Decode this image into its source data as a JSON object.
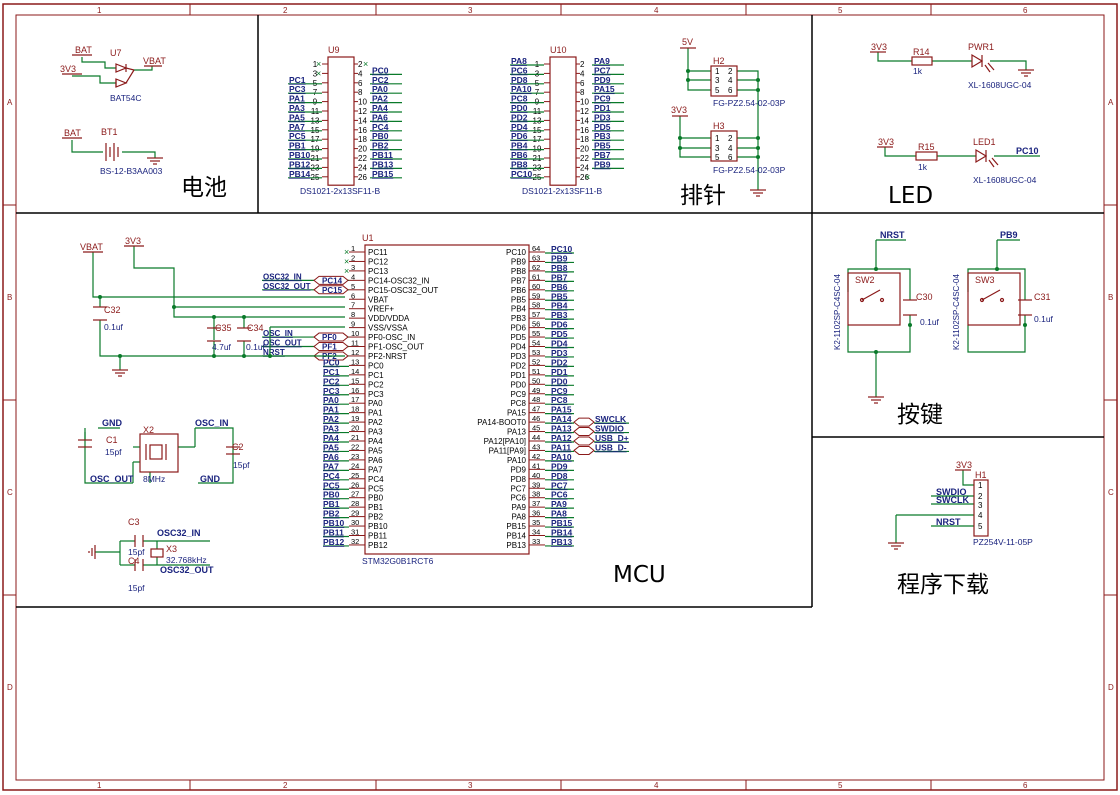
{
  "frame": {
    "cols": [
      "1",
      "2",
      "3",
      "4",
      "5",
      "6"
    ],
    "rows": [
      "A",
      "B",
      "C",
      "D"
    ]
  },
  "sections": {
    "battery": "电池",
    "header": "排针",
    "led": "LED",
    "keys": "按键",
    "mcu": "MCU",
    "download": "程序下载"
  },
  "battery": {
    "u7": {
      "ref": "U7",
      "value": "BAT54C",
      "nets": [
        "BAT",
        "3V3",
        "VBAT"
      ]
    },
    "bt1": {
      "ref": "BT1",
      "value": "BS-12-B3AA003",
      "net": "BAT"
    }
  },
  "u9": {
    "ref": "U9",
    "value": "DS1021-2x13SF11-B",
    "left_nets": [
      "",
      "",
      "PC1",
      "PC3",
      "PA1",
      "PA3",
      "PA5",
      "PA7",
      "PC5",
      "PB1",
      "PB10",
      "PB12",
      "PB14"
    ],
    "left_pins": [
      "1",
      "3",
      "5",
      "7",
      "9",
      "11",
      "13",
      "15",
      "17",
      "19",
      "21",
      "23",
      "25"
    ],
    "right_pins": [
      "2",
      "4",
      "6",
      "8",
      "10",
      "12",
      "14",
      "16",
      "18",
      "20",
      "22",
      "24",
      "26"
    ],
    "right_nets": [
      "",
      "PC0",
      "PC2",
      "PA0",
      "PA2",
      "PA4",
      "PA6",
      "PC4",
      "PB0",
      "PB2",
      "PB11",
      "PB13",
      "PB15"
    ]
  },
  "u10": {
    "ref": "U10",
    "value": "DS1021-2x13SF11-B",
    "left_nets": [
      "PA8",
      "PC6",
      "PD8",
      "PA10",
      "PC8",
      "PD0",
      "PD2",
      "PD4",
      "PD6",
      "PB4",
      "PB6",
      "PB8",
      "PC10"
    ],
    "left_pins": [
      "1",
      "3",
      "5",
      "7",
      "9",
      "11",
      "13",
      "15",
      "17",
      "19",
      "21",
      "23",
      "25"
    ],
    "right_pins": [
      "2",
      "4",
      "6",
      "8",
      "10",
      "12",
      "14",
      "16",
      "18",
      "20",
      "22",
      "24",
      "26"
    ],
    "right_nets": [
      "PA9",
      "PC7",
      "PD9",
      "PA15",
      "PC9",
      "PD1",
      "PD3",
      "PD5",
      "PB3",
      "PB5",
      "PB7",
      "PB9",
      ""
    ]
  },
  "h2": {
    "ref": "H2",
    "value": "FG-PZ2.54-02-03P",
    "net": "5V",
    "pins": [
      "1",
      "2",
      "3",
      "4",
      "5",
      "6"
    ]
  },
  "h3": {
    "ref": "H3",
    "value": "FG-PZ2.54-02-03P",
    "net": "3V3",
    "pins": [
      "1",
      "2",
      "3",
      "4",
      "5",
      "6"
    ]
  },
  "led_block": {
    "r14": {
      "ref": "R14",
      "value": "1k",
      "net": "3V3"
    },
    "pwr1": {
      "ref": "PWR1",
      "value": "XL-1608UGC-04"
    },
    "r15": {
      "ref": "R15",
      "value": "1k",
      "net": "3V3"
    },
    "led1": {
      "ref": "LED1",
      "value": "XL-1608UGC-04",
      "net": "PC10"
    }
  },
  "u1": {
    "ref": "U1",
    "value": "STM32G0B1RCT6",
    "left": [
      {
        "pin": "1",
        "name": "PC11",
        "net": "",
        "nc": true
      },
      {
        "pin": "2",
        "name": "PC12",
        "net": "",
        "nc": true
      },
      {
        "pin": "3",
        "name": "PC13",
        "net": "",
        "nc": true
      },
      {
        "pin": "4",
        "name": "PC14-OSC32_IN",
        "net": "OSC32_IN",
        "port": "PC14"
      },
      {
        "pin": "5",
        "name": "PC15-OSC32_OUT",
        "net": "OSC32_OUT",
        "port": "PC15"
      },
      {
        "pin": "6",
        "name": "VBAT",
        "net": ""
      },
      {
        "pin": "7",
        "name": "VREF+",
        "net": ""
      },
      {
        "pin": "8",
        "name": "VDD/VDDA",
        "net": ""
      },
      {
        "pin": "9",
        "name": "VSS/VSSA",
        "net": ""
      },
      {
        "pin": "10",
        "name": "PF0-OSC_IN",
        "net": "OSC_IN",
        "port": "PF0"
      },
      {
        "pin": "11",
        "name": "PF1-OSC_OUT",
        "net": "OSC_OUT",
        "port": "PF1"
      },
      {
        "pin": "12",
        "name": "PF2-NRST",
        "net": "NRST",
        "port": "PF2"
      },
      {
        "pin": "13",
        "name": "PC0",
        "net": "PC0"
      },
      {
        "pin": "14",
        "name": "PC1",
        "net": "PC1"
      },
      {
        "pin": "15",
        "name": "PC2",
        "net": "PC2"
      },
      {
        "pin": "16",
        "name": "PC3",
        "net": "PC3"
      },
      {
        "pin": "17",
        "name": "PA0",
        "net": "PA0"
      },
      {
        "pin": "18",
        "name": "PA1",
        "net": "PA1"
      },
      {
        "pin": "19",
        "name": "PA2",
        "net": "PA2"
      },
      {
        "pin": "20",
        "name": "PA3",
        "net": "PA3"
      },
      {
        "pin": "21",
        "name": "PA4",
        "net": "PA4"
      },
      {
        "pin": "22",
        "name": "PA5",
        "net": "PA5"
      },
      {
        "pin": "23",
        "name": "PA6",
        "net": "PA6"
      },
      {
        "pin": "24",
        "name": "PA7",
        "net": "PA7"
      },
      {
        "pin": "25",
        "name": "PC4",
        "net": "PC4"
      },
      {
        "pin": "26",
        "name": "PC5",
        "net": "PC5"
      },
      {
        "pin": "27",
        "name": "PB0",
        "net": "PB0"
      },
      {
        "pin": "28",
        "name": "PB1",
        "net": "PB1"
      },
      {
        "pin": "29",
        "name": "PB2",
        "net": "PB2"
      },
      {
        "pin": "30",
        "name": "PB10",
        "net": "PB10"
      },
      {
        "pin": "31",
        "name": "PB11",
        "net": "PB11"
      },
      {
        "pin": "32",
        "name": "PB12",
        "net": "PB12"
      }
    ],
    "right": [
      {
        "pin": "64",
        "name": "PC10",
        "net": "PC10"
      },
      {
        "pin": "63",
        "name": "PB9",
        "net": "PB9"
      },
      {
        "pin": "62",
        "name": "PB8",
        "net": "PB8"
      },
      {
        "pin": "61",
        "name": "PB7",
        "net": "PB7"
      },
      {
        "pin": "60",
        "name": "PB6",
        "net": "PB6"
      },
      {
        "pin": "59",
        "name": "PB5",
        "net": "PB5"
      },
      {
        "pin": "58",
        "name": "PB4",
        "net": "PB4"
      },
      {
        "pin": "57",
        "name": "PB3",
        "net": "PB3"
      },
      {
        "pin": "56",
        "name": "PD6",
        "net": "PD6"
      },
      {
        "pin": "55",
        "name": "PD5",
        "net": "PD5"
      },
      {
        "pin": "54",
        "name": "PD4",
        "net": "PD4"
      },
      {
        "pin": "53",
        "name": "PD3",
        "net": "PD3"
      },
      {
        "pin": "52",
        "name": "PD2",
        "net": "PD2"
      },
      {
        "pin": "51",
        "name": "PD1",
        "net": "PD1"
      },
      {
        "pin": "50",
        "name": "PD0",
        "net": "PD0"
      },
      {
        "pin": "49",
        "name": "PC9",
        "net": "PC9"
      },
      {
        "pin": "48",
        "name": "PC8",
        "net": "PC8"
      },
      {
        "pin": "47",
        "name": "PA15",
        "net": "PA15"
      },
      {
        "pin": "46",
        "name": "PA14-BOOT0",
        "net": "PA14",
        "ext": "SWCLK"
      },
      {
        "pin": "45",
        "name": "PA13",
        "net": "PA13",
        "ext": "SWDIO"
      },
      {
        "pin": "44",
        "name": "PA12[PA10]",
        "net": "PA12",
        "ext": "USB_D+"
      },
      {
        "pin": "43",
        "name": "PA11[PA9]",
        "net": "PA11",
        "ext": "USB_D-"
      },
      {
        "pin": "42",
        "name": "PA10",
        "net": "PA10"
      },
      {
        "pin": "41",
        "name": "PD9",
        "net": "PD9"
      },
      {
        "pin": "40",
        "name": "PD8",
        "net": "PD8"
      },
      {
        "pin": "39",
        "name": "PC7",
        "net": "PC7"
      },
      {
        "pin": "38",
        "name": "PC6",
        "net": "PC6"
      },
      {
        "pin": "37",
        "name": "PA9",
        "net": "PA9"
      },
      {
        "pin": "36",
        "name": "PA8",
        "net": "PA8"
      },
      {
        "pin": "35",
        "name": "PB15",
        "net": "PB15"
      },
      {
        "pin": "34",
        "name": "PB14",
        "net": "PB14"
      },
      {
        "pin": "33",
        "name": "PB13",
        "net": "PB13"
      }
    ]
  },
  "power": {
    "vbat": "VBAT",
    "v3v3": "3V3",
    "c32": {
      "ref": "C32",
      "value": "0.1uf"
    },
    "c35": {
      "ref": "C35",
      "value": "4.7uf"
    },
    "c34": {
      "ref": "C34",
      "value": "0.1uf"
    }
  },
  "osc": {
    "c1": {
      "ref": "C1",
      "value": "15pf"
    },
    "c2": {
      "ref": "C2",
      "value": "15pf"
    },
    "x2": {
      "ref": "X2",
      "value": "8MHz"
    },
    "gnd": "GND",
    "osc_in": "OSC_IN",
    "osc_out": "OSC_OUT",
    "c3": {
      "ref": "C3",
      "value": "15pf"
    },
    "c4": {
      "ref": "C4",
      "value": "15pf"
    },
    "x3": {
      "ref": "X3",
      "value": "32.768kHz"
    },
    "osc32_in": "OSC32_IN",
    "osc32_out": "OSC32_OUT"
  },
  "keys": {
    "sw2": {
      "ref": "SW2",
      "value": "K2-1102SP-C4SC-04",
      "net": "NRST"
    },
    "c30": {
      "ref": "C30",
      "value": "0.1uf"
    },
    "sw3": {
      "ref": "SW3",
      "value": "K2-1102SP-C4SC-04",
      "net": "PB9"
    },
    "c31": {
      "ref": "C31",
      "value": "0.1uf"
    }
  },
  "download": {
    "ref": "H1",
    "value": "PZ254V-11-05P",
    "net": "3V3",
    "pins": [
      "1",
      "2",
      "3",
      "4",
      "5"
    ],
    "nets": [
      "SWDIO",
      "SWCLK",
      "NRST"
    ]
  }
}
